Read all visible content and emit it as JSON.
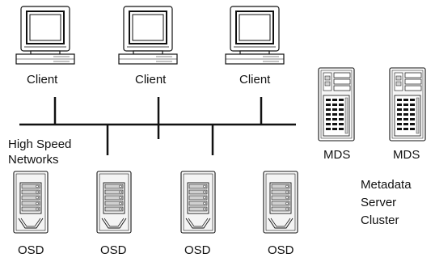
{
  "labels": {
    "client": "Client",
    "mds": "MDS",
    "osd": "OSD",
    "network_line1": "High Speed",
    "network_line2": "Networks",
    "cluster_line1": "Metadata",
    "cluster_line2": "Server",
    "cluster_line3": "Cluster"
  },
  "colors": {
    "stroke": "#111111",
    "fill": "#ffffff",
    "panel": "#d0d0d0"
  }
}
